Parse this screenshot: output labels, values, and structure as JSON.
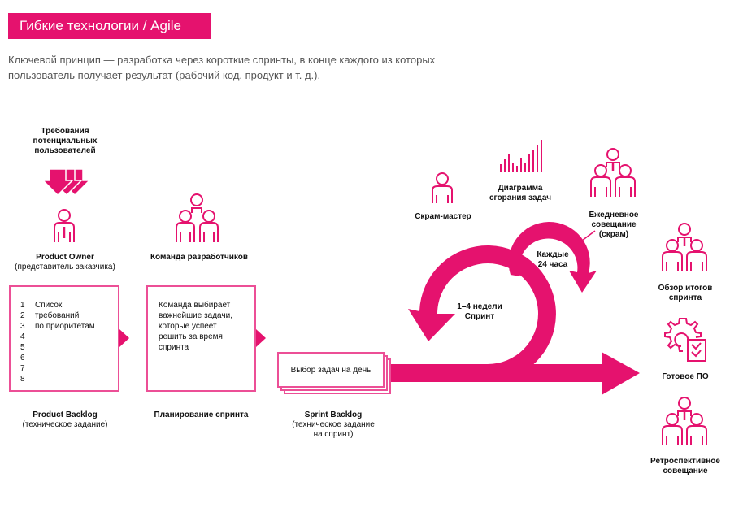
{
  "header": {
    "title": "Гибкие технологии / Agile",
    "intro_line1": "Ключевой принцип — разработка через короткие спринты, в конце каждого из которых",
    "intro_line2": "пользователь получает результат (рабочий код, продукт и т. д.)."
  },
  "colors": {
    "accent": "#e5126e",
    "box_border": "#ec4f96"
  },
  "requirements": {
    "line1": "Требования",
    "line2": "потенциальных",
    "line3": "пользователей",
    "icon": "triple-down-arrow-icon"
  },
  "product_owner": {
    "title": "Product Owner",
    "subtitle": "(представитель заказчика)",
    "icon": "person-with-tie-icon"
  },
  "dev_team": {
    "title": "Команда разработчиков",
    "icon": "team-icon"
  },
  "product_backlog": {
    "numbers": [
      "1",
      "2",
      "3",
      "4",
      "5",
      "6",
      "7",
      "8"
    ],
    "text": [
      "Список",
      "требований",
      "по приоритетам"
    ],
    "title": "Product Backlog",
    "subtitle": "(техническое задание)"
  },
  "sprint_planning": {
    "text": [
      "Команда выбирает",
      "важнейшие задачи,",
      "которые успеет",
      "решить за время",
      "спринта"
    ],
    "title": "Планирование спринта"
  },
  "sprint_backlog": {
    "card_text": "Выбор задач на день",
    "title": "Sprint Backlog",
    "subtitle1": "(техническое задание",
    "subtitle2": "на спринт)"
  },
  "scrum_master": {
    "label": "Скрам-мастер",
    "icon": "person-icon"
  },
  "burndown": {
    "line1": "Диаграмма",
    "line2": "сгорания задач",
    "icon": "bar-chart-icon"
  },
  "daily": {
    "line1": "Ежедневное",
    "line2": "совещание",
    "line3": "(скрам)",
    "icon": "team-with-tie-icon"
  },
  "sprint_loop": {
    "line1": "1–4 недели",
    "line2": "Спринт"
  },
  "daily_loop": {
    "line1": "Каждые",
    "line2": "24 часа"
  },
  "review": {
    "line1": "Обзор итогов",
    "line2": "спринта",
    "icon": "team-with-tie-icon"
  },
  "ready": {
    "label": "Готовое ПО",
    "icon": "gear-checklist-icon"
  },
  "retro": {
    "line1": "Ретроспективное",
    "line2": "совещание",
    "icon": "team-with-tie-icon"
  }
}
